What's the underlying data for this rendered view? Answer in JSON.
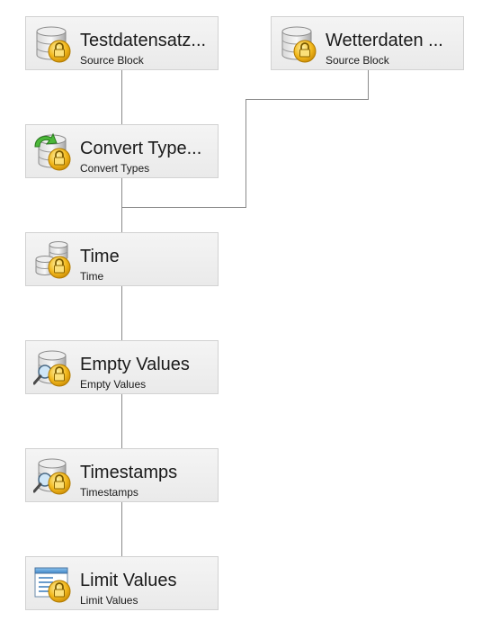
{
  "blocks": [
    {
      "id": "testdatensatz",
      "title": "Testdatensatz...",
      "subtitle": "Source Block",
      "icon": "database-lock-icon"
    },
    {
      "id": "wetterdaten",
      "title": "Wetterdaten ...",
      "subtitle": "Source Block",
      "icon": "database-lock-icon"
    },
    {
      "id": "convert-types",
      "title": "Convert Type...",
      "subtitle": "Convert Types",
      "icon": "database-convert-lock-icon"
    },
    {
      "id": "time",
      "title": "Time",
      "subtitle": "Time",
      "icon": "database-stack-lock-icon"
    },
    {
      "id": "empty-values",
      "title": "Empty Values",
      "subtitle": "Empty Values",
      "icon": "database-search-lock-icon"
    },
    {
      "id": "timestamps",
      "title": "Timestamps",
      "subtitle": "Timestamps",
      "icon": "database-search-lock-icon"
    },
    {
      "id": "limit-values",
      "title": "Limit Values",
      "subtitle": "Limit Values",
      "icon": "window-list-lock-icon"
    }
  ]
}
